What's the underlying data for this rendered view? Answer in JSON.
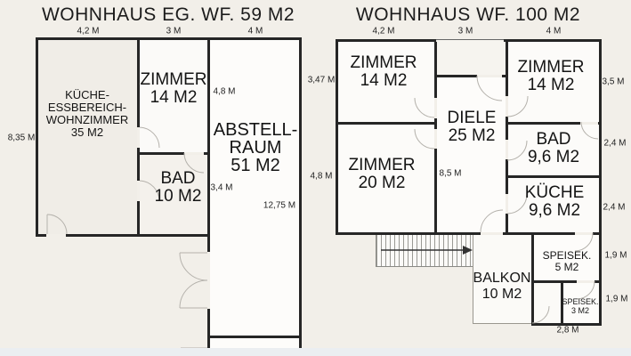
{
  "left": {
    "title": "WOHNHAUS EG. WF. 59 M2",
    "dims": {
      "top1": "4,2 M",
      "top2": "3 M",
      "top3": "4 M",
      "side": "8,35 M",
      "corridor_h": "4,8 M",
      "bad_w": "3,4 M",
      "corridor_len": "12,75 M"
    },
    "rooms": {
      "kueche": {
        "l1": "KÜCHE-",
        "l2": "ESSBEREICH-",
        "l3": "WOHNZIMMER",
        "l4": "35 M2"
      },
      "zimmer": {
        "name": "ZIMMER",
        "area": "14 M2"
      },
      "bad": {
        "name": "BAD",
        "area": "10 M2"
      },
      "abstell": {
        "l1": "ABSTELL-",
        "l2": "RAUM",
        "l3": "51 M2"
      }
    }
  },
  "right": {
    "title": "WOHNHAUS WF. 100 M2",
    "dims": {
      "top1": "4,2 M",
      "top2": "3 M",
      "top3": "4 M",
      "left1": "3,47 M",
      "left2": "4,8 M",
      "diele_h": "8,5 M",
      "right1": "3,5 M",
      "right2": "2,4 M",
      "right3": "2,4 M",
      "right4": "1,9 M",
      "right5": "1,9 M",
      "bottom": "2,8 M"
    },
    "rooms": {
      "zimmer14l": {
        "name": "ZIMMER",
        "area": "14 M2"
      },
      "zimmer20": {
        "name": "ZIMMER",
        "area": "20 M2"
      },
      "diele": {
        "name": "DIELE",
        "area": "25 M2"
      },
      "zimmer14r": {
        "name": "ZIMMER",
        "area": "14 M2"
      },
      "bad": {
        "name": "BAD",
        "area": "9,6 M2"
      },
      "kueche": {
        "name": "KÜCHE",
        "area": "9,6 M2"
      },
      "balkon": {
        "name": "BALKON",
        "area": "10 M2"
      },
      "speisek5": {
        "name": "SPEISEK.",
        "area": "5 M2"
      },
      "speisek3": {
        "name": "SPEISEK.",
        "area": "3 M2"
      }
    }
  },
  "colors": {
    "background": "#f2efe9",
    "wall": "#262626",
    "room_fill": "#fcfbf8",
    "door_arc": "#b5b2ac",
    "bottom_strip": "#ebeef1"
  }
}
